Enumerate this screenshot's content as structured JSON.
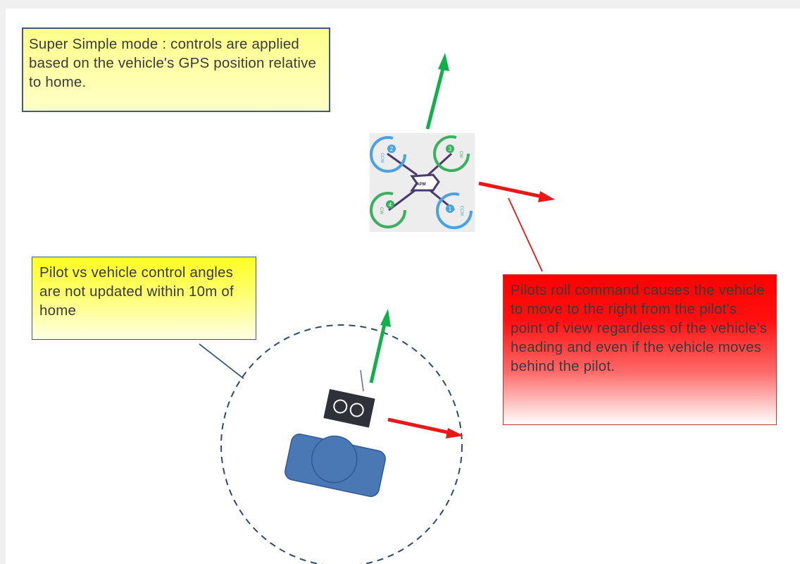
{
  "callouts": {
    "super_simple": "Super Simple mode : controls are applied based on the vehicle's GPS position relative to home.",
    "pilot_angles": "Pilot vs vehicle control angles are not updated within 10m of home",
    "roll_command": "Pilots roll command causes the vehicle to move to the right from the pilot's point of view regardless of the vehicle's heading and even if the vehicle moves behind the pilot."
  },
  "quad": {
    "label": "APM",
    "motors": [
      {
        "number": "2",
        "direction": "CCW"
      },
      {
        "number": "3",
        "direction": "CW"
      },
      {
        "number": "4",
        "direction": "CW"
      },
      {
        "number": "1",
        "direction": "CCW"
      }
    ]
  },
  "colors": {
    "forward_arrow": "#12b04a",
    "roll_arrow": "#e81818",
    "ccw_motor": "#4aa3df",
    "cw_motor": "#3bb061",
    "arm": "#4a3a6e",
    "home_circle": "#2f4a6b",
    "pilot": "#4a78b5",
    "transmitter": "#2e3138"
  }
}
